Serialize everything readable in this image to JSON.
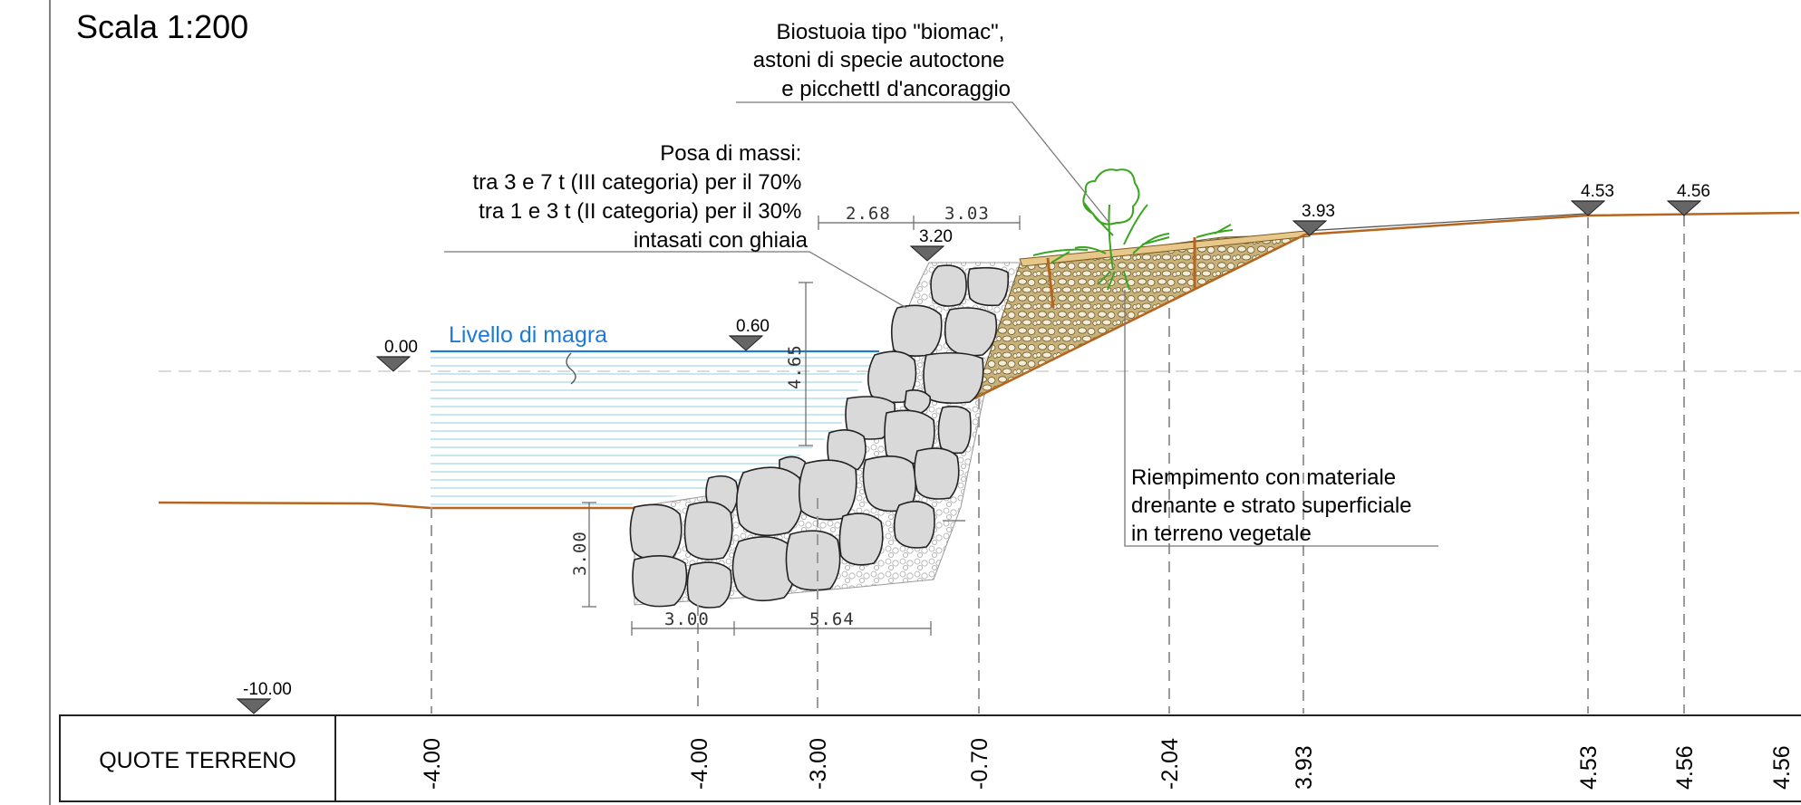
{
  "title": "Scala 1:200",
  "notes": {
    "biostuoia": [
      "Biostuoia tipo \"biomac\",",
      "astoni di specie autoctone",
      "e picchettI d'ancoraggio"
    ],
    "massi": [
      "Posa di massi:",
      "tra 3 e 7 t (III categoria) per il 70%",
      "tra 1 e 3 t (II categoria) per il 30%",
      "intasati con ghiaia"
    ],
    "riempimento": [
      "Riempimento con materiale",
      "drenante e strato superficiale",
      "in terreno vegetale"
    ]
  },
  "water_label": "Livello di magra",
  "level_markers": [
    "0.00",
    "0.60",
    "3.20",
    "3.93",
    "4.53",
    "4.56",
    "-10.00"
  ],
  "dimensions": {
    "top_left": "2.68",
    "top_right": "3.03",
    "height_block": "4.65",
    "height_base": "3.00",
    "base_left": "3.00",
    "base_right": "5.64"
  },
  "table": {
    "header": "QUOTE TERRENO",
    "values": [
      "-4.00",
      "-4.00",
      "-3.00",
      "-0.70",
      "-2.04",
      "3.93",
      "4.53",
      "4.56",
      "4.56"
    ]
  },
  "colors": {
    "ground_line": "#b5651d",
    "water": "#1f7ad6",
    "gravel_fill": "#c9b27a",
    "vegetation": "#3aa521",
    "boulder": "#d9d9d9"
  },
  "icons": [
    "level-triangle-icon",
    "water-wave-icon",
    "shrub-icon"
  ]
}
